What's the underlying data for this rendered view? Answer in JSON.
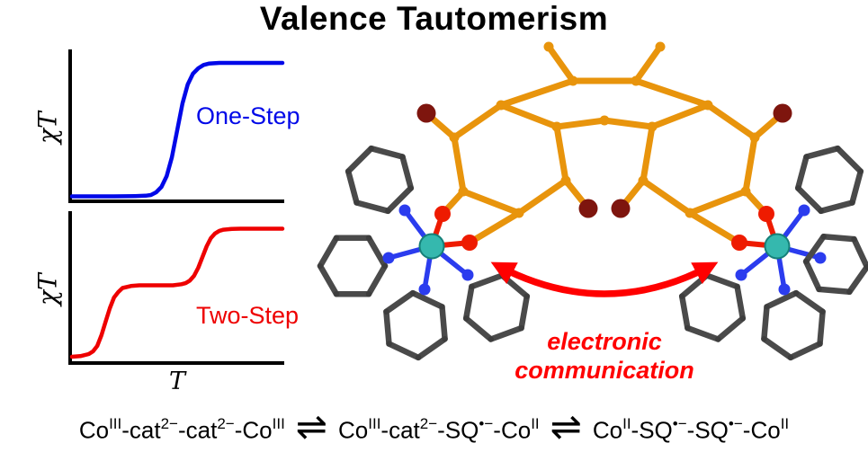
{
  "title": "Valence Tautomerism",
  "chart_data": [
    {
      "type": "line",
      "title": "",
      "xlabel": "",
      "ylabel": "χT",
      "xlim": [
        0,
        1
      ],
      "ylim": [
        0,
        1.05
      ],
      "grid": false,
      "legend": "inline-label",
      "series": [
        {
          "name": "One-Step",
          "color": "#0008e8",
          "x": [
            0,
            0.1,
            0.2,
            0.3,
            0.35,
            0.375,
            0.4,
            0.425,
            0.45,
            0.475,
            0.5,
            0.525,
            0.55,
            0.575,
            0.6,
            0.625,
            0.65,
            0.7,
            0.8,
            0.9,
            1
          ],
          "y": [
            0.01,
            0.01,
            0.01,
            0.012,
            0.015,
            0.02,
            0.04,
            0.08,
            0.16,
            0.3,
            0.5,
            0.7,
            0.84,
            0.92,
            0.96,
            0.985,
            0.995,
            1,
            1,
            1,
            1
          ]
        }
      ]
    },
    {
      "type": "line",
      "title": "",
      "xlabel": "T",
      "ylabel": "χT",
      "xlim": [
        0,
        1
      ],
      "ylim": [
        0,
        1.05
      ],
      "grid": false,
      "legend": "inline-label",
      "series": [
        {
          "name": "Two-Step",
          "color": "#ee0000",
          "x": [
            0,
            0.04,
            0.08,
            0.1,
            0.12,
            0.14,
            0.16,
            0.18,
            0.2,
            0.22,
            0.24,
            0.28,
            0.32,
            0.4,
            0.48,
            0.52,
            0.54,
            0.56,
            0.58,
            0.6,
            0.62,
            0.64,
            0.66,
            0.68,
            0.7,
            0.72,
            0.76,
            0.8,
            0.9,
            1
          ],
          "y": [
            0.02,
            0.025,
            0.04,
            0.06,
            0.1,
            0.18,
            0.28,
            0.38,
            0.46,
            0.5,
            0.53,
            0.545,
            0.55,
            0.55,
            0.55,
            0.558,
            0.566,
            0.585,
            0.62,
            0.68,
            0.76,
            0.84,
            0.9,
            0.935,
            0.954,
            0.963,
            0.969,
            0.97,
            0.97,
            0.97
          ]
        }
      ]
    }
  ],
  "molecule": {
    "caption_line1": "electronic",
    "caption_line2": "communication",
    "caption_color": "#ff0000",
    "arrow_color": "#ff0000",
    "atom_colors": {
      "cobalt": "#35b8ae",
      "oxygen": "#ee1b00",
      "nitrogen": "#2b3cee",
      "carbon": "#4a4a4a",
      "bromine": "#7e150e",
      "ligand": "#e8940c"
    }
  },
  "equation": {
    "arrow_symbol": "⇌",
    "species": [
      {
        "parts": [
          {
            "t": "Co"
          },
          {
            "s": "III"
          },
          {
            "t": "-cat"
          },
          {
            "s": "2−"
          },
          {
            "t": "-cat"
          },
          {
            "s": "2−"
          },
          {
            "t": "-Co"
          },
          {
            "s": "III"
          }
        ]
      },
      {
        "parts": [
          {
            "t": "Co"
          },
          {
            "s": "III"
          },
          {
            "t": "-cat"
          },
          {
            "s": "2−"
          },
          {
            "t": "-SQ"
          },
          {
            "s": "•−"
          },
          {
            "t": "-Co"
          },
          {
            "s": "II"
          }
        ]
      },
      {
        "parts": [
          {
            "t": "Co"
          },
          {
            "s": "II"
          },
          {
            "t": "-SQ"
          },
          {
            "s": "•−"
          },
          {
            "t": "-SQ"
          },
          {
            "s": "•−"
          },
          {
            "t": "-Co"
          },
          {
            "s": "II"
          }
        ]
      }
    ]
  }
}
